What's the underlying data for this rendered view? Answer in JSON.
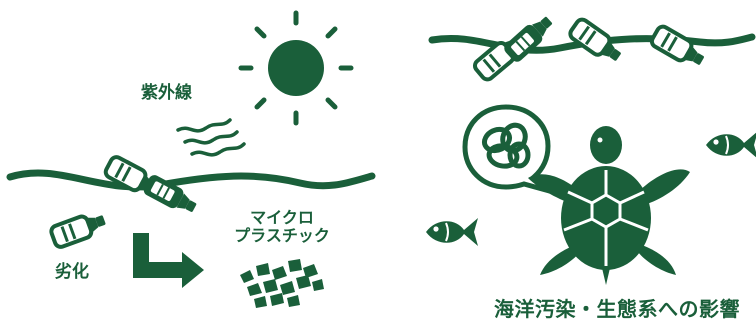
{
  "colors": {
    "green": "#1a5f3a",
    "background": "#ffffff"
  },
  "labels": {
    "uv": "紫外線",
    "degradation": "劣化",
    "micro_line1": "マイクロ",
    "micro_line2": "プラスチック",
    "impact": "海洋汚染・生態系への影響"
  },
  "icons": [
    "sun-icon",
    "uv-rays-icon",
    "wave-line",
    "plastic-bottle-icon",
    "arrow-icon",
    "microplastic-pieces-icon",
    "fish-icon",
    "sea-turtle-icon",
    "speech-bubble-icon",
    "plastic-ring-icon"
  ]
}
